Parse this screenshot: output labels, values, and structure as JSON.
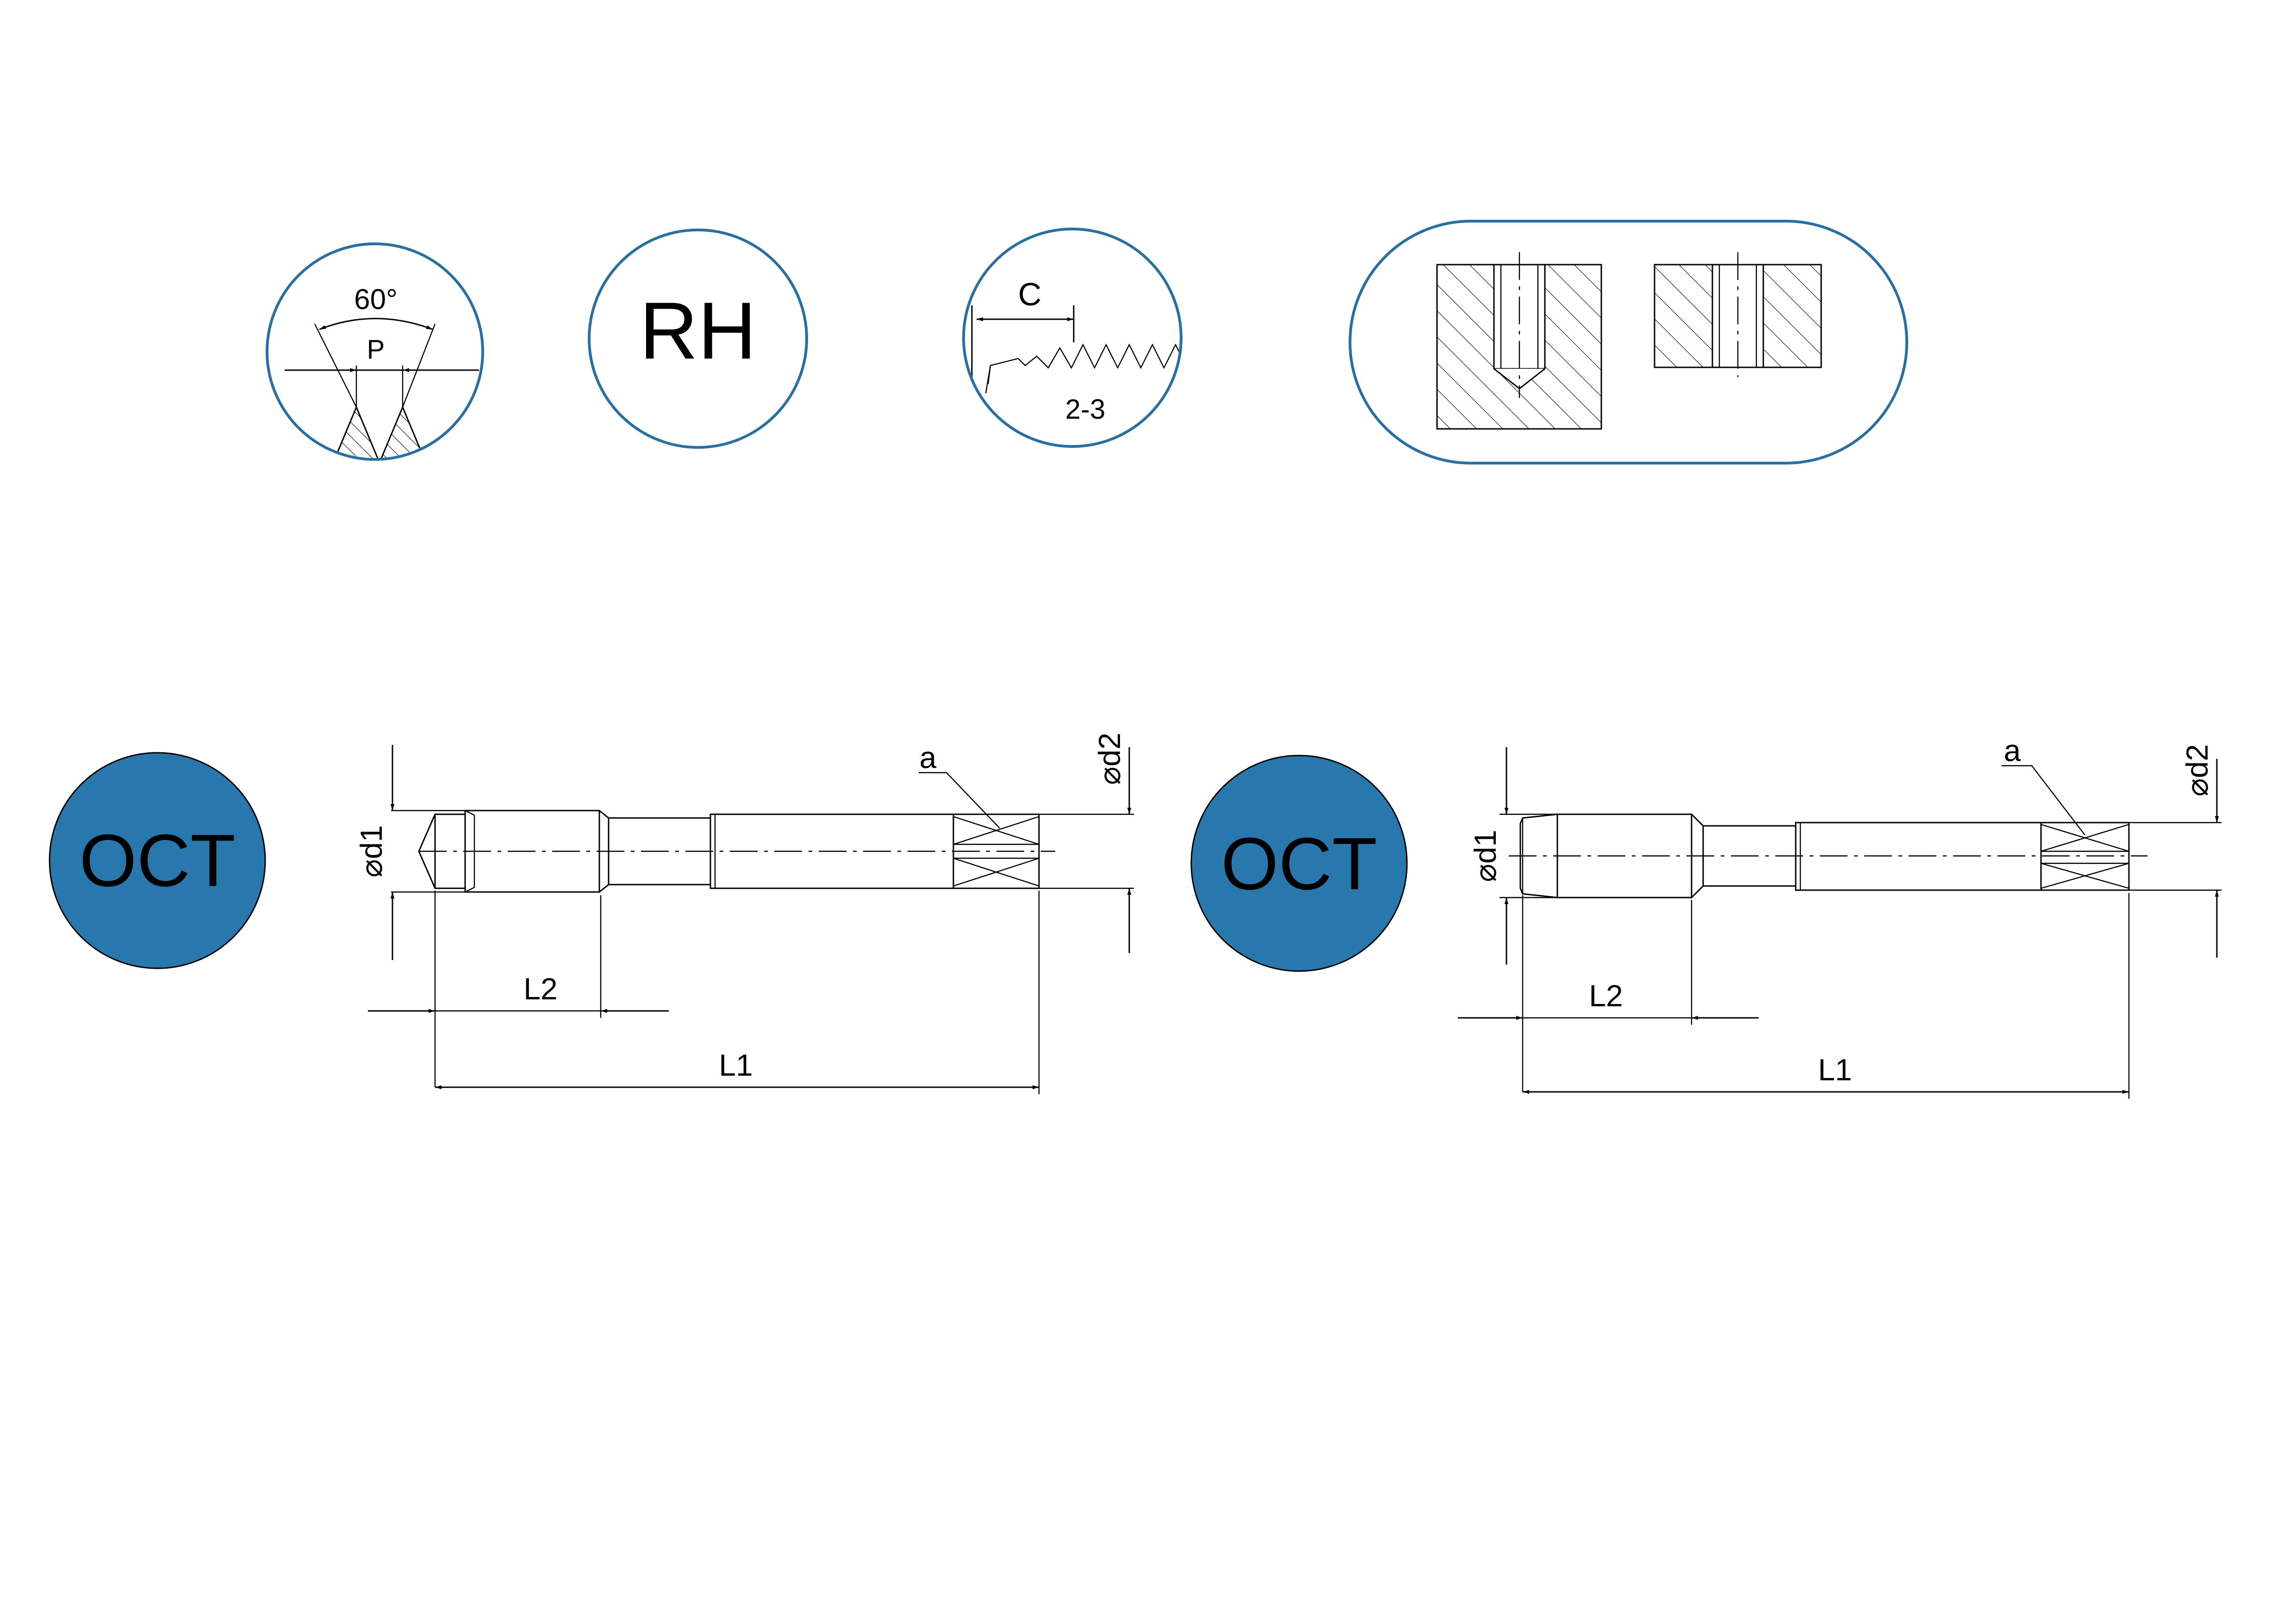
{
  "colors": {
    "accent_blue": "#2a6fa1",
    "oct_fill": "#2878ae",
    "line": "#000000"
  },
  "icons": {
    "thread_angle": {
      "angle_label": "60°",
      "pitch_label": "P"
    },
    "direction": {
      "label": "RH"
    },
    "chamfer": {
      "length_label": "C",
      "threads_label": "2-3"
    },
    "hole_types": {
      "blind": "blind-hole-icon",
      "through": "through-hole-icon"
    }
  },
  "tools": [
    {
      "badge": "OCT",
      "labels": {
        "d1": "d1",
        "d2": "d2",
        "L1": "L1",
        "L2": "L2",
        "a": "a"
      }
    },
    {
      "badge": "OCT",
      "labels": {
        "d1": "d1",
        "d2": "d2",
        "L1": "L1",
        "L2": "L2",
        "a": "a"
      }
    }
  ],
  "diameter_symbol": "⌀"
}
